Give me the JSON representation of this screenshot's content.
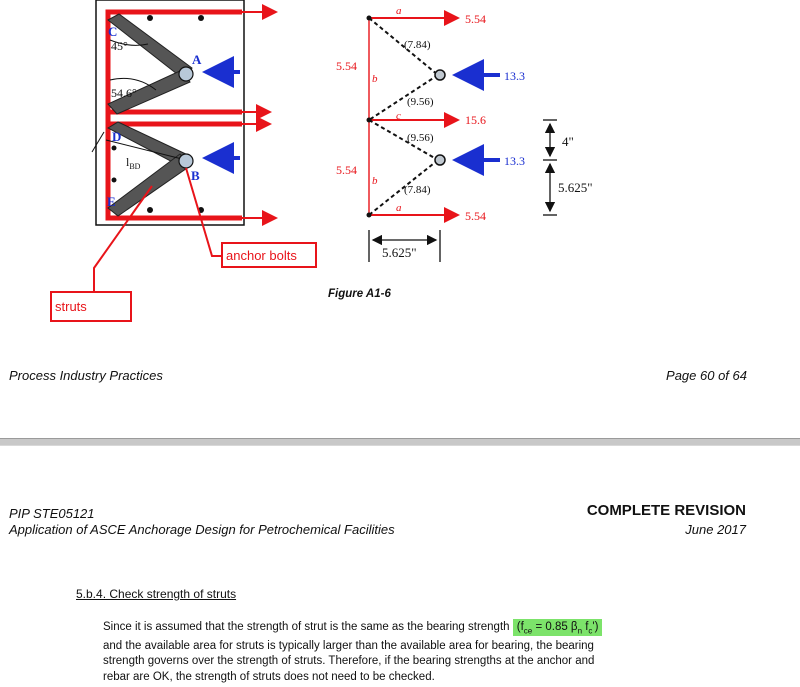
{
  "page1": {
    "figure": {
      "left_labels": {
        "point_c": "C",
        "point_a": "A",
        "point_d": "D",
        "point_e": "E",
        "point_b": "B",
        "angle_1": "45°",
        "angle_2": "54.6°",
        "length_bd": "l",
        "length_bd_sub": "BD"
      },
      "callouts": {
        "anchor_bolts": "anchor bolts",
        "struts": "struts"
      },
      "right_labels": {
        "a_top": "a",
        "a_bottom": "a",
        "b_top": "b",
        "b_bottom": "b",
        "c_mid": "c",
        "force_top": "5.54",
        "force_mid": "15.6",
        "force_bottom": "5.54",
        "load_top": "13.3",
        "load_bottom": "13.3",
        "side_top": "5.54",
        "side_bottom": "5.54",
        "strut_1": "(7.84)",
        "strut_2": "(9.56)",
        "strut_3": "(9.56)",
        "strut_4": "(7.84)",
        "dim_4": "4\"",
        "dim_5625_vert": "5.625\"",
        "dim_5625_horiz": "5.625\""
      },
      "caption": "Figure A1-6"
    },
    "footer_left": "Process Industry Practices",
    "footer_right": "Page 60 of 64"
  },
  "page2": {
    "doc_id": "PIP STE05121",
    "doc_subtitle": "Application of ASCE Anchorage Design for Petrochemical Facilities",
    "revision": "COMPLETE REVISION",
    "date": "June 2017",
    "section_heading": "5.b.4. Check strength of struts",
    "para_part1": "Since it is assumed that the strength of strut is the same as the bearing strength",
    "formula": {
      "f": "(f",
      "ce": "ce",
      "eq": " = 0.85 β",
      "n": "n",
      "fc": " f",
      "c": "c",
      "end": "')"
    },
    "para_line2": "and the available area for  struts is typically larger than the available area for bearing, the bearing",
    "para_line3": "strength governs over the strength of struts. Therefore, if the bearing strengths at the anchor and",
    "para_line4": "rebar are OK, the strength of struts does not need to be checked."
  },
  "colors": {
    "red": "#e8141a",
    "blue": "#1a2fd0",
    "highlight": "#7ce36a",
    "strut_gray": "#555555"
  }
}
